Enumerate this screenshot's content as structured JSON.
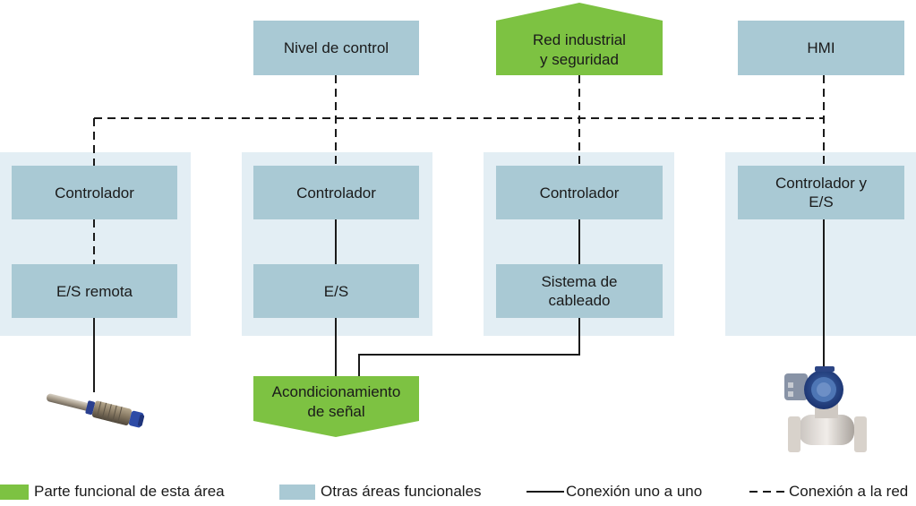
{
  "diagram": {
    "top_boxes": {
      "control_level": "Nivel de control",
      "industrial_network": [
        "Red industrial",
        "y seguridad"
      ],
      "hmi": "HMI"
    },
    "columns": [
      {
        "upper": "Controlador",
        "lower": "E/S remota"
      },
      {
        "upper": "Controlador",
        "lower": "E/S"
      },
      {
        "upper": "Controlador",
        "lower": [
          "Sistema de",
          "cableado"
        ]
      },
      {
        "upper": [
          "Controlador y",
          "E/S"
        ]
      }
    ],
    "signal_conditioning": [
      "Acondicionamiento",
      "de señal"
    ],
    "devices": [
      "sensor",
      "flow-transmitter"
    ]
  },
  "legend": {
    "this_area": "Parte funcional de esta área",
    "other_areas": "Otras áreas funcionales",
    "one_to_one": "Conexión uno a uno",
    "network": "Conexión a la red"
  },
  "colors": {
    "green": "#7dc242",
    "blue_box": "#a9c9d4",
    "panel": "#e3eef4",
    "line": "#1a1a1a"
  }
}
